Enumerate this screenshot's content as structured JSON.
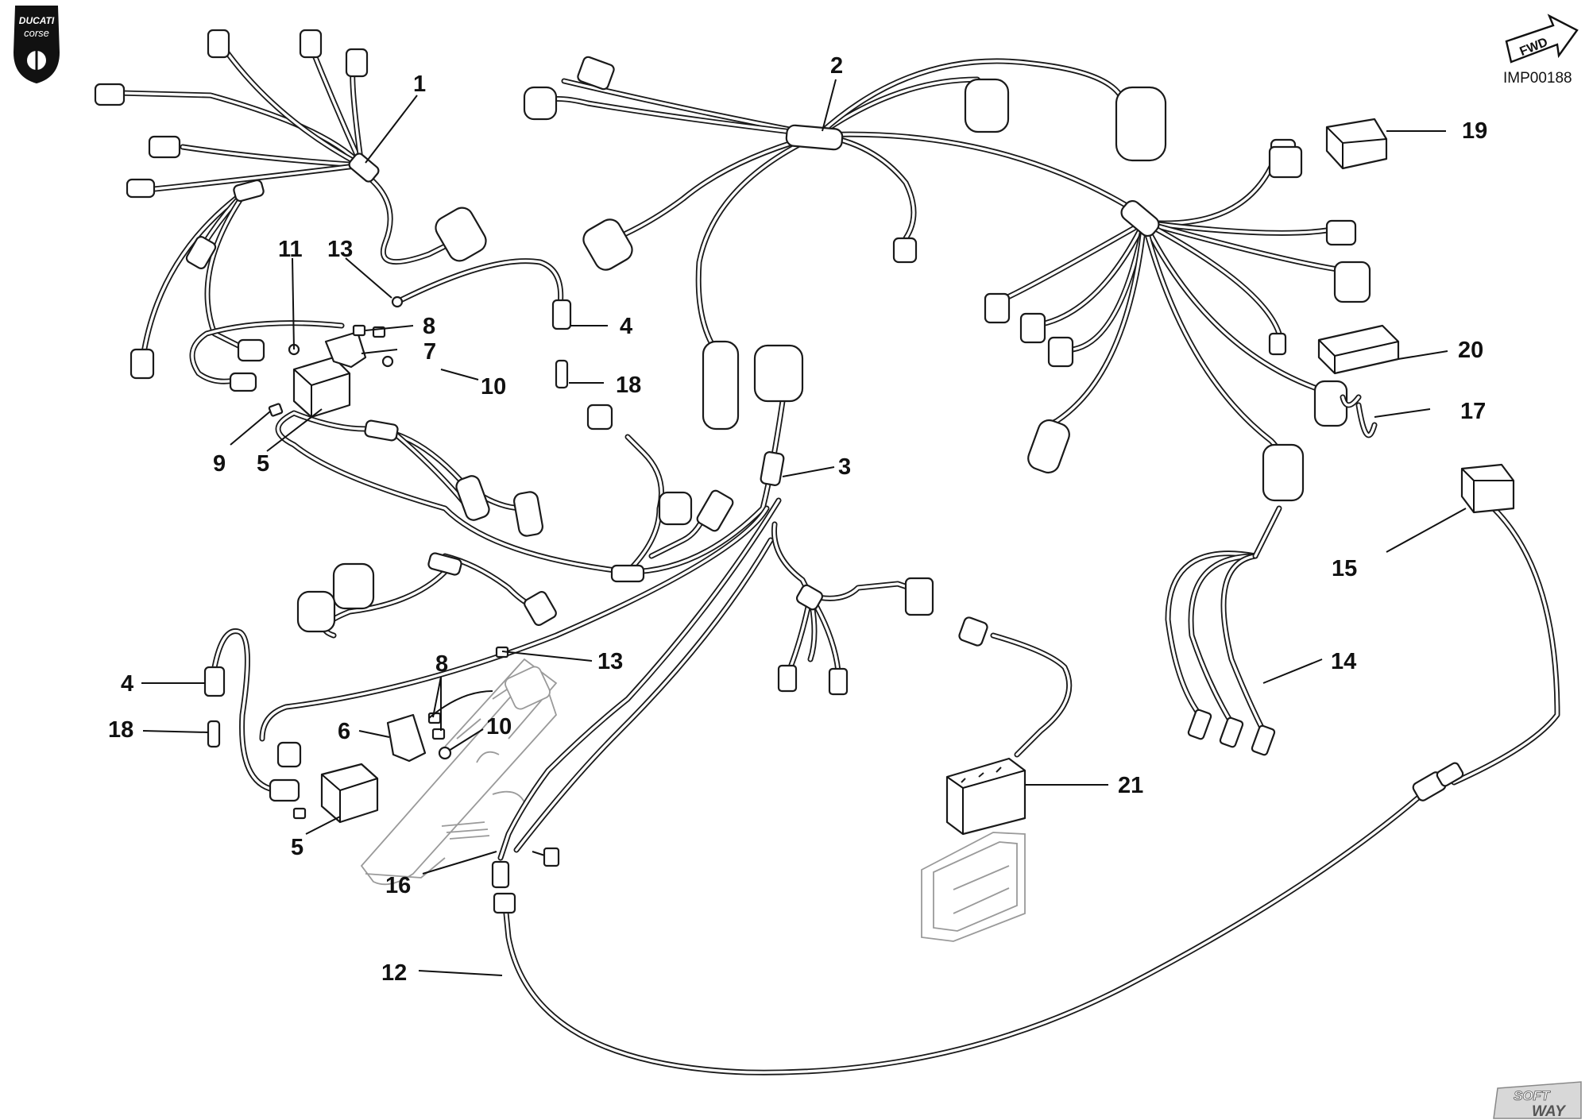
{
  "document": {
    "reference_code": "IMP00188",
    "direction_arrow_label": "FWD"
  },
  "brand": {
    "logo_text_top": "DUCATI",
    "logo_text_bottom": "corse",
    "corner_stamp_top": "SOFT",
    "corner_stamp_bottom": "WAY"
  },
  "callouts": [
    {
      "id": "c1",
      "label": "1"
    },
    {
      "id": "c2",
      "label": "2"
    },
    {
      "id": "c3",
      "label": "3"
    },
    {
      "id": "c4a",
      "label": "4"
    },
    {
      "id": "c4b",
      "label": "4"
    },
    {
      "id": "c5a",
      "label": "5"
    },
    {
      "id": "c5b",
      "label": "5"
    },
    {
      "id": "c6",
      "label": "6"
    },
    {
      "id": "c7",
      "label": "7"
    },
    {
      "id": "c8a",
      "label": "8"
    },
    {
      "id": "c8b",
      "label": "8"
    },
    {
      "id": "c9",
      "label": "9"
    },
    {
      "id": "c10a",
      "label": "10"
    },
    {
      "id": "c10b",
      "label": "10"
    },
    {
      "id": "c11",
      "label": "11"
    },
    {
      "id": "c12",
      "label": "12"
    },
    {
      "id": "c13a",
      "label": "13"
    },
    {
      "id": "c13b",
      "label": "13"
    },
    {
      "id": "c14",
      "label": "14"
    },
    {
      "id": "c15",
      "label": "15"
    },
    {
      "id": "c16",
      "label": "16"
    },
    {
      "id": "c17",
      "label": "17"
    },
    {
      "id": "c18a",
      "label": "18"
    },
    {
      "id": "c18b",
      "label": "18"
    },
    {
      "id": "c19",
      "label": "19"
    },
    {
      "id": "c20",
      "label": "20"
    },
    {
      "id": "c21",
      "label": "21"
    }
  ],
  "colors": {
    "line": "#1a1a1a",
    "background": "#ffffff",
    "frame_grey": "#9a9a9a"
  }
}
